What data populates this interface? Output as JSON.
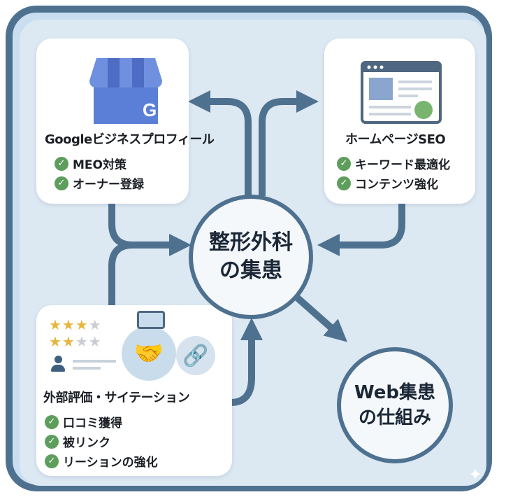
{
  "google_box": {
    "title": "Googleビジネスプロフィール",
    "items": [
      "MEO対策",
      "オーナー登録"
    ],
    "icon": "store-g-icon",
    "icon_letter": "G"
  },
  "hp_box": {
    "title": "ホームページSEO",
    "items": [
      "キーワード最適化",
      "コンテンツ強化"
    ],
    "icon": "webpage-icon"
  },
  "external_box": {
    "title": "外部評価・サイテーション",
    "items": [
      "口コミ獲得",
      "被リンク",
      "リーションの強化"
    ],
    "icons": [
      "star-rating-icon",
      "handshake-icon",
      "link-icon"
    ]
  },
  "center": {
    "line1": "整形外科",
    "line2": "の集患"
  },
  "web": {
    "line1": "Web集患",
    "line2": "の仕組み"
  },
  "colors": {
    "frame": "#4f7190",
    "check": "#5e9e5c",
    "store": "#5b7fd6"
  }
}
